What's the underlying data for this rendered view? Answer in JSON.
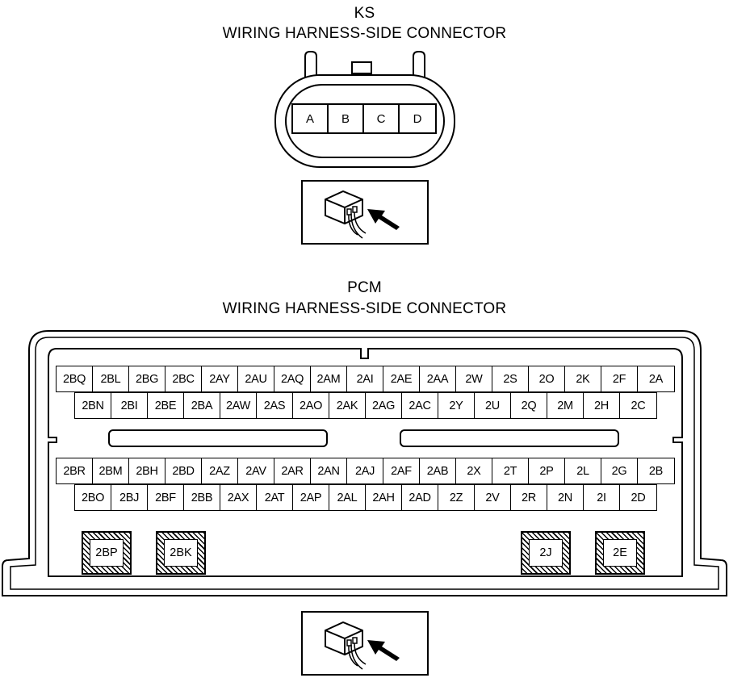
{
  "ks": {
    "name": "KS",
    "subtitle": "WIRING HARNESS-SIDE CONNECTOR",
    "pins": [
      "A",
      "B",
      "C",
      "D"
    ]
  },
  "pcm": {
    "name": "PCM",
    "subtitle": "WIRING HARNESS-SIDE CONNECTOR",
    "top_row_1": [
      "2BQ",
      "2BL",
      "2BG",
      "2BC",
      "2AY",
      "2AU",
      "2AQ",
      "2AM",
      "2AI",
      "2AE",
      "2AA",
      "2W",
      "2S",
      "2O",
      "2K",
      "2F",
      "2A"
    ],
    "top_row_2": [
      "2BN",
      "2BI",
      "2BE",
      "2BA",
      "2AW",
      "2AS",
      "2AO",
      "2AK",
      "2AG",
      "2AC",
      "2Y",
      "2U",
      "2Q",
      "2M",
      "2H",
      "2C"
    ],
    "bottom_row_1": [
      "2BR",
      "2BM",
      "2BH",
      "2BD",
      "2AZ",
      "2AV",
      "2AR",
      "2AN",
      "2AJ",
      "2AF",
      "2AB",
      "2X",
      "2T",
      "2P",
      "2L",
      "2G",
      "2B"
    ],
    "bottom_row_2": [
      "2BO",
      "2BJ",
      "2BF",
      "2BB",
      "2AX",
      "2AT",
      "2AP",
      "2AL",
      "2AH",
      "2AD",
      "2Z",
      "2V",
      "2R",
      "2N",
      "2I",
      "2D"
    ],
    "large_pins": [
      "2BP",
      "2BK",
      "2J",
      "2E"
    ]
  },
  "icons": {
    "view_indicator": "harness-side-view-icon"
  }
}
